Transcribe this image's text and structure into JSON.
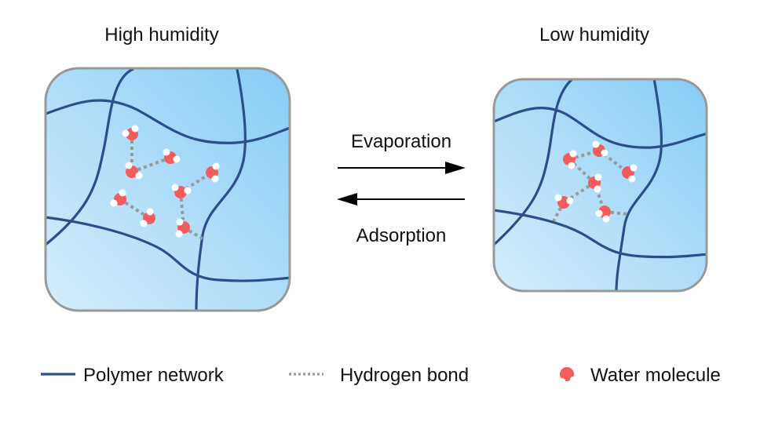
{
  "titles": {
    "left": "High humidity",
    "right": "Low humidity"
  },
  "process": {
    "forward": "Evaporation",
    "reverse": "Adsorption"
  },
  "legend": {
    "polymer": "Polymer network",
    "hbond": "Hydrogen bond",
    "water": "Water molecule"
  },
  "colors": {
    "polymer": "#2c4e8a",
    "hbond": "#9a9a9a",
    "oxygen": "#f25c5c",
    "hydrogen": "#ffffff",
    "box_border": "#999999",
    "box_fill_light": "#d4ecfb",
    "box_fill_dark": "#8ccff7"
  },
  "states": {
    "high_humidity": {
      "water_molecule_count": 8
    },
    "low_humidity": {
      "water_molecule_count": 6
    }
  }
}
